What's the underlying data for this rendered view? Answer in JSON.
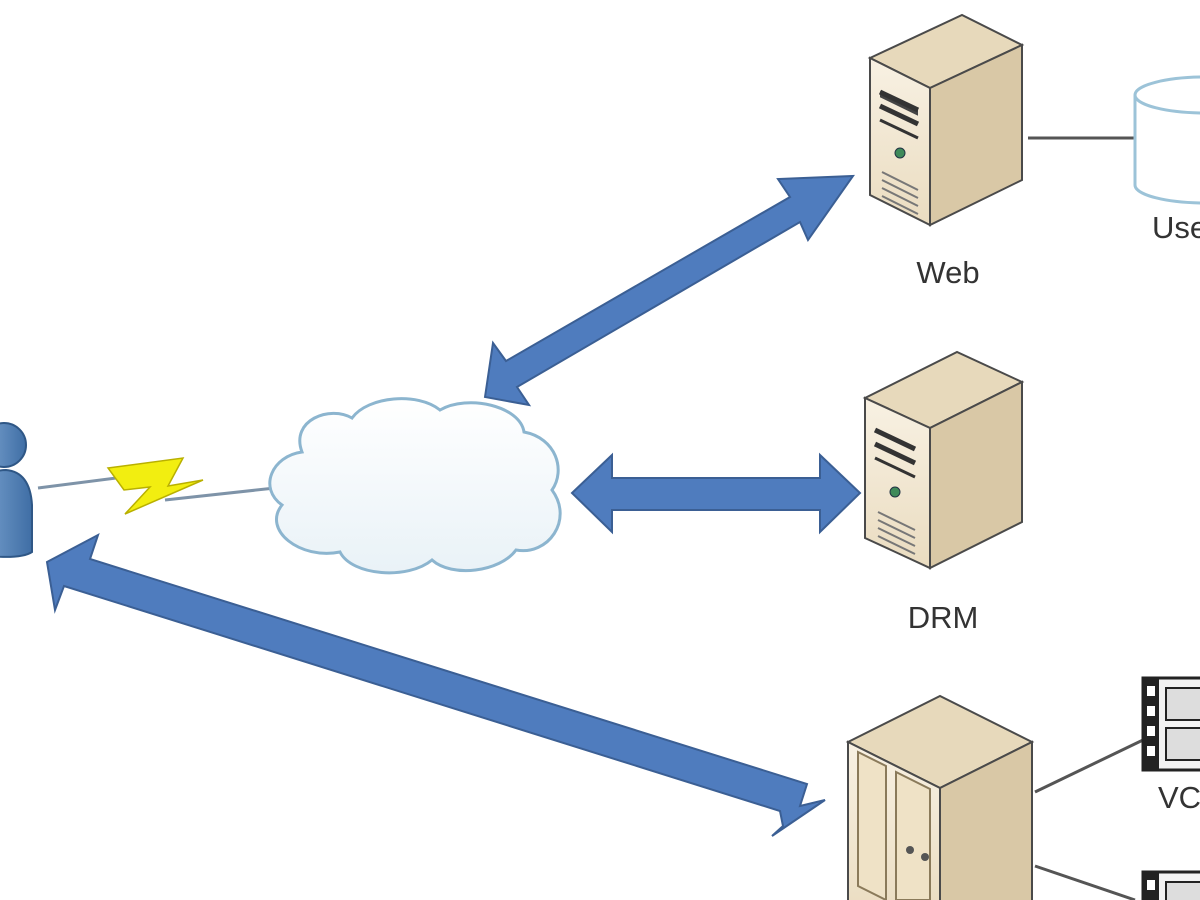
{
  "nodes": {
    "web_server": {
      "label": "Web"
    },
    "drm_server": {
      "label": "DRM"
    },
    "database": {
      "label": "Use"
    },
    "video_top": {
      "label": "VC"
    }
  },
  "colors": {
    "arrow": "#4f7cbe",
    "arrow_stroke": "#3b5f94",
    "server_front": "#f3e9d6",
    "server_side": "#d9c8a6",
    "cloud_stroke": "#8cb5cf",
    "lightning": "#f2ee10",
    "user": "#5b86b8"
  }
}
